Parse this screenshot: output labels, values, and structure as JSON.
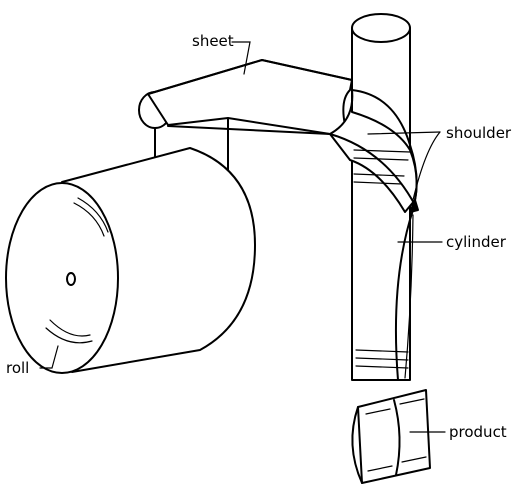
{
  "labels": {
    "sheet": "sheet",
    "shoulder": "shoulder",
    "cylinder": "cylinder",
    "roll": "roll",
    "product": "product"
  }
}
